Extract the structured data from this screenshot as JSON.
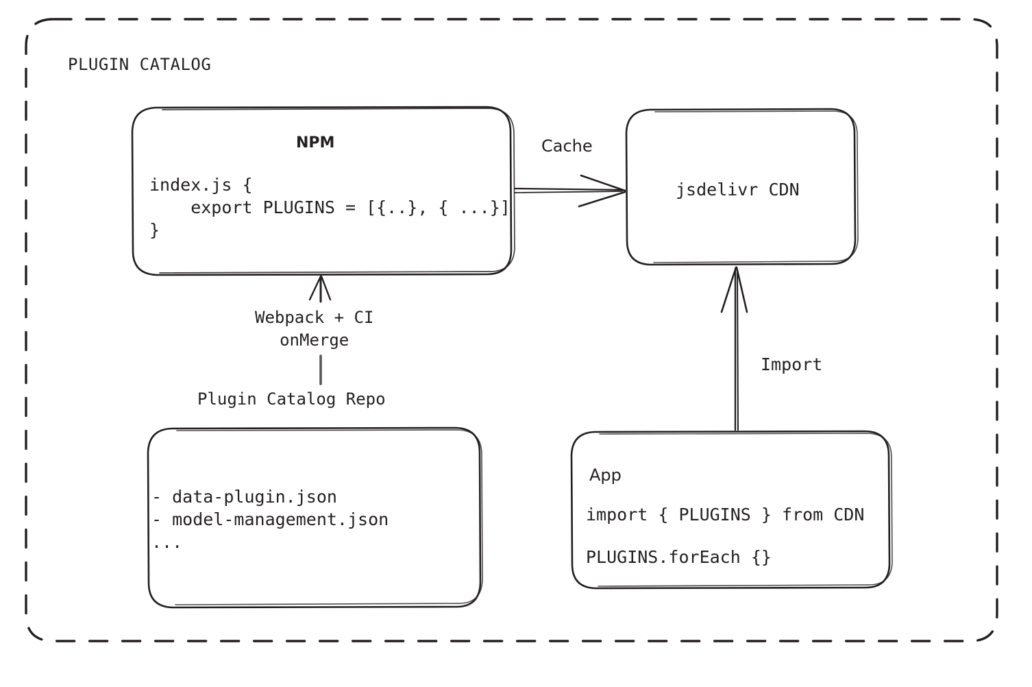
{
  "diagram": {
    "group": {
      "title": "PLUGIN CATALOG",
      "border_style": "dashed",
      "border_color": "#231f20"
    },
    "nodes": [
      {
        "id": "npm",
        "name": "npm-box",
        "title": "NPM",
        "code": "index.js {\n    export PLUGINS = [{..}, { ...}]\n}"
      },
      {
        "id": "cdn",
        "name": "jsdelivr-cdn-box",
        "title": "jsdelivr CDN"
      },
      {
        "id": "repo",
        "name": "plugin-catalog-repo-box",
        "label": "Plugin Catalog Repo",
        "list": "- data-plugin.json\n- model-management.json\n..."
      },
      {
        "id": "app",
        "name": "app-box",
        "title": "App",
        "line1": "import { PLUGINS } from CDN",
        "line2": "PLUGINS.forEach {}"
      }
    ],
    "edges": [
      {
        "id": "cache",
        "label": "Cache",
        "from": "npm",
        "to": "cdn",
        "direction": "right"
      },
      {
        "id": "webpack",
        "label": "Webpack + CI\nonMerge",
        "from": "repo",
        "to": "npm",
        "direction": "up"
      },
      {
        "id": "import",
        "label": "Import",
        "from": "app",
        "to": "cdn",
        "direction": "up"
      }
    ]
  },
  "colors": {
    "ink": "#231f20",
    "paper": "#ffffff"
  }
}
